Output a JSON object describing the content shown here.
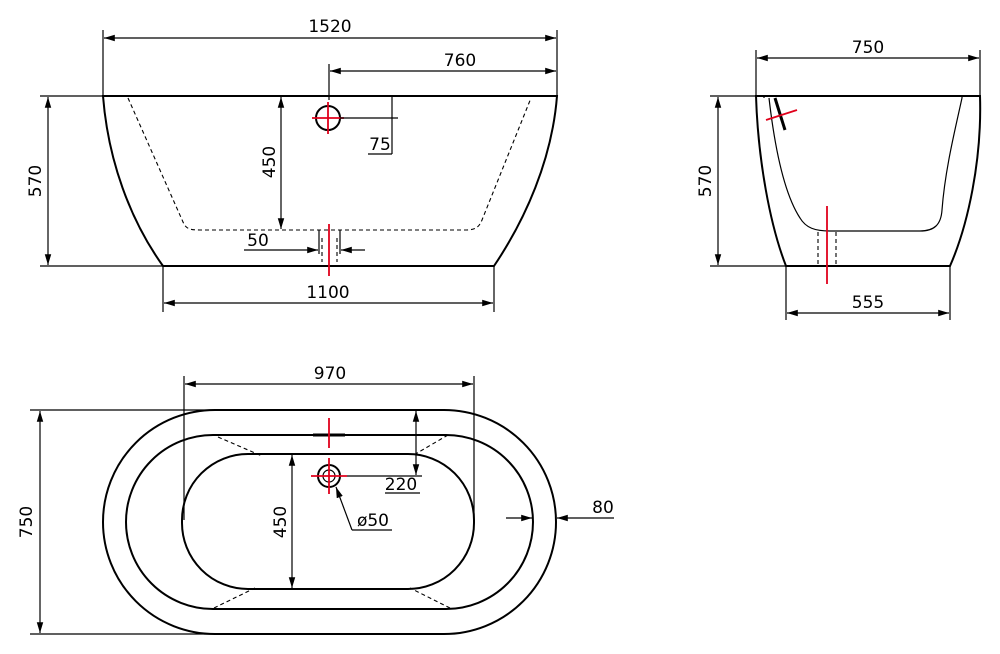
{
  "front_view": {
    "overall_length": "1520",
    "drain_offset": "760",
    "overflow_height": "450",
    "overflow_drop": "75",
    "height": "570",
    "drain_size": "50",
    "base_length": "1100"
  },
  "side_view": {
    "width": "750",
    "height": "570",
    "base_width": "555"
  },
  "top_view": {
    "inner_length": "970",
    "width": "750",
    "inner_width": "450",
    "overflow_offset": "220",
    "rim": "80",
    "drain_diameter": "ø50"
  },
  "colors": {
    "line": "#000000",
    "centerline": "#e0001b",
    "background": "#ffffff"
  },
  "icons": {
    "overflow": "circle-with-crosshair",
    "drain": "red-centerline-cross"
  }
}
